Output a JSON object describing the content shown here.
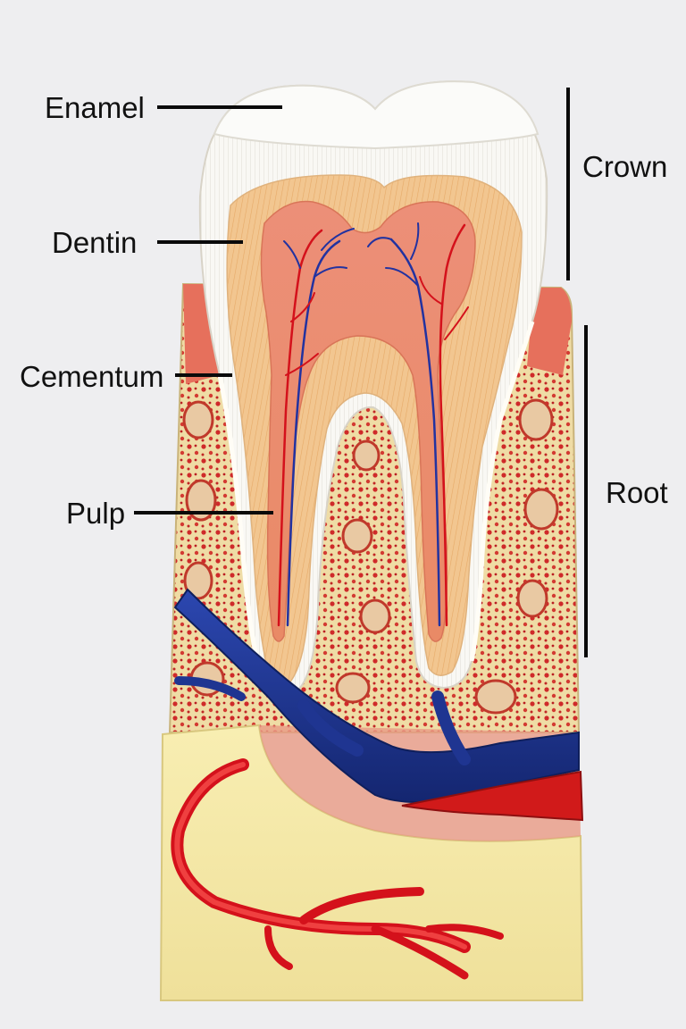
{
  "labels": {
    "enamel": "Enamel",
    "dentin": "Dentin",
    "cementum": "Cementum",
    "pulp": "Pulp",
    "crown": "Crown",
    "root": "Root"
  },
  "colors": {
    "background": "#eeeef0",
    "enamel": "#f7f6f2",
    "dentin": "#f1c48d",
    "pulp": "#e88e72",
    "bone": "#f1e2a8",
    "gum": "#e8735f",
    "artery": "#d4111b",
    "vein": "#1f3591",
    "base": "#f6eba6",
    "leader_line": "#0a0a0a"
  }
}
